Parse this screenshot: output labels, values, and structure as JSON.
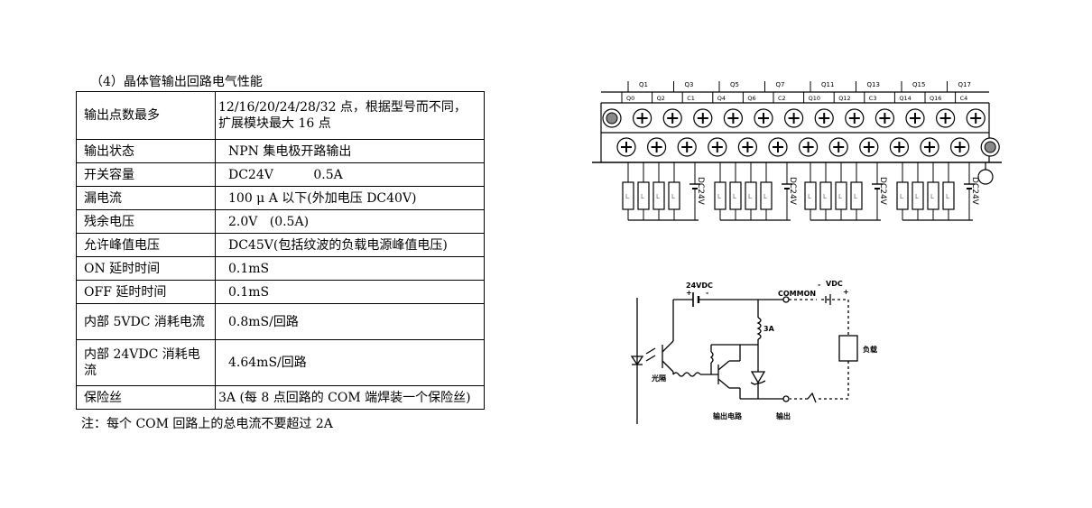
{
  "caption": "（4）晶体管输出回路电气性能",
  "rows": [
    {
      "key": "输出点数最多",
      "value": "12/16/20/24/28/32 点，根据型号而不同，扩展模块最大 16 点"
    },
    {
      "key": "输出状态",
      "value": "NPN 集电极开路输出"
    },
    {
      "key": "开关容量",
      "value": "DC24V          0.5A"
    },
    {
      "key": "漏电流",
      "value": "100 μ A 以下(外加电压 DC40V)"
    },
    {
      "key": "残余电压",
      "value": "2.0V   (0.5A)"
    },
    {
      "key": "允许峰值电压",
      "value": "DC45V(包括纹波的负载电源峰值电压)"
    },
    {
      "key": "ON 延时时间",
      "value": "0.1mS"
    },
    {
      "key": "OFF 延时时间",
      "value": "0.1mS"
    },
    {
      "key": "内部 5VDC 消耗电流",
      "value": "0.8mS/回路"
    },
    {
      "key": "内部 24VDC 消耗电流",
      "value": "4.64mS/回路"
    },
    {
      "key": "保险丝",
      "value": "3A (每 8 点回路的 COM 端焊装一个保险丝)"
    }
  ],
  "note": "注：每个 COM 回路上的总电流不要超过 2A",
  "terminal_diagram": {
    "top_labels": [
      "Q1",
      "Q3",
      "Q5",
      "Q7",
      "Q11",
      "Q13",
      "Q15",
      "Q17"
    ],
    "bottom_labels": [
      "Q0",
      "Q2",
      "C1",
      "Q4",
      "Q6",
      "C2",
      "Q10",
      "Q12",
      "C3",
      "Q14",
      "Q16",
      "C4"
    ],
    "load_label": "L",
    "supply_label": "DC24V"
  },
  "circuit_diagram": {
    "supply": "24VDC",
    "plus": "+",
    "minus": "-",
    "common": "COMMON",
    "vdc": "VDC",
    "fuse": "3A",
    "load": "负载",
    "opto": "光隔",
    "output_circuit": "输出电路",
    "output": "输出"
  }
}
